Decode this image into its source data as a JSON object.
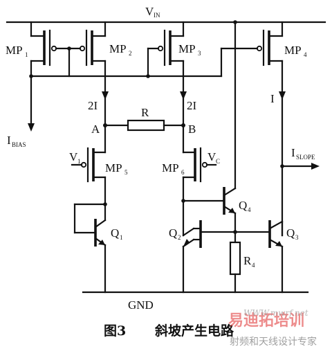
{
  "labels": {
    "vin": "V",
    "vin_sub": "IN",
    "mp1": "MP",
    "mp1_sub": "1",
    "mp2": "MP",
    "mp2_sub": "2",
    "mp3": "MP",
    "mp3_sub": "3",
    "mp4": "MP",
    "mp4_sub": "4",
    "i2a": "2I",
    "i2b": "2I",
    "i_out": "I",
    "r": "R",
    "node_a": "A",
    "node_b": "B",
    "ibias": "I",
    "ibias_sub": "BIAS",
    "islope": "I",
    "islope_sub": "SLOPE",
    "v1": "V",
    "v1_sub": "1",
    "mp5": "MP",
    "mp5_sub": "5",
    "mp6": "MP",
    "mp6_sub": "6",
    "vc": "V",
    "vc_sub": "C",
    "q4": "Q",
    "q4_sub": "4",
    "q1": "Q",
    "q1_sub": "1",
    "q2": "Q",
    "q2_sub": "2",
    "q3": "Q",
    "q3_sub": "3",
    "r4": "R",
    "r4_sub": "4",
    "gnd": "GND"
  },
  "caption": {
    "number": "图3",
    "title": "斜坡产生电路"
  },
  "watermark": {
    "brand": "易迪拓培训",
    "url": "WWW.mwrf.net",
    "tagline": "射频和天线设计专家"
  }
}
